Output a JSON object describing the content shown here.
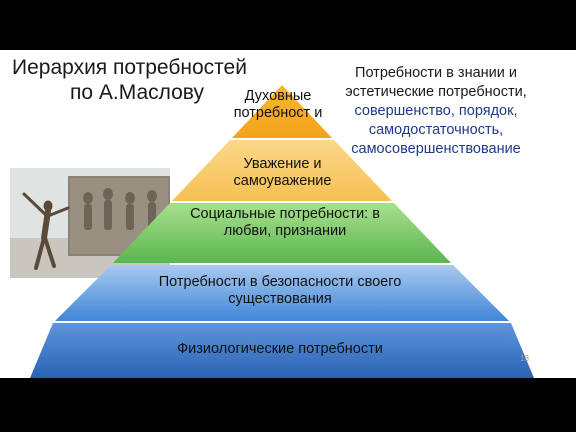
{
  "slide": {
    "title_line1": "Иерархия потребностей",
    "title_line2": "по А.Маслову",
    "pyramid_levels": [
      "Духовные потребност и",
      "Уважение и самоуважение",
      "Социальные потребности: в любви, признании",
      "Потребности в безопасности своего существования",
      "Физиологические потребности"
    ],
    "note_lines": [
      "Потребности в знании и",
      "эстетические потребности,",
      "совершенство, порядок,",
      "самодостаточность,",
      "самосовершенствование"
    ],
    "page_number": "13"
  },
  "colors": {
    "top_level": "#f6ad1e",
    "esteem_level": "#f9c866",
    "social_level": "#6cc063",
    "safety_level": "#3c7fd1",
    "physiological_level": "#2a65b8",
    "accent_text": "#1f3a8a"
  }
}
